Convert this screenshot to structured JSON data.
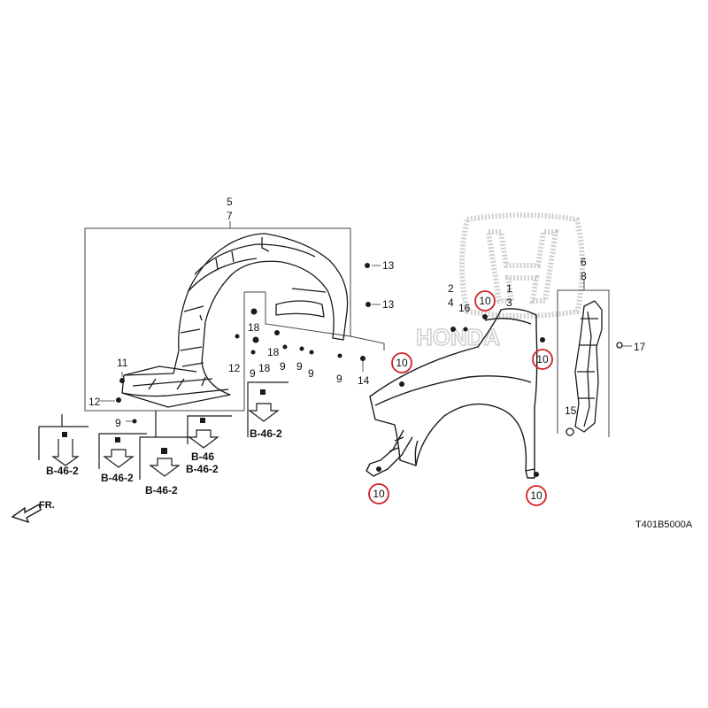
{
  "diagram_code": "T401B5000A",
  "front_marker": "FR.",
  "colors": {
    "line": "#1a1a1a",
    "highlight": "#d21f26",
    "watermark": "#c8c8c8"
  },
  "watermark_icon": "honda-logo-icon",
  "part_labels": {
    "l1": "1",
    "l2": "2",
    "l3": "3",
    "l4": "4",
    "l5": "5",
    "l6": "6",
    "l7": "7",
    "l8": "8",
    "l9a": "9",
    "l9b": "9",
    "l9c": "9",
    "l9d": "9",
    "l9e": "9",
    "l10a": "10",
    "l10b": "10",
    "l10c": "10",
    "l10d": "10",
    "l10e": "10",
    "l11": "11",
    "l12a": "12",
    "l12b": "12",
    "l13a": "13",
    "l13b": "13",
    "l14": "14",
    "l15": "15",
    "l16": "16",
    "l17": "17",
    "l18a": "18",
    "l18b": "18",
    "l18c": "18"
  },
  "refs": {
    "r1": "B-46-2",
    "r2": "B-46-2",
    "r3": "B-46-2",
    "r4a": "B-46",
    "r4b": "B-46-2",
    "r5": "B-46-2"
  }
}
